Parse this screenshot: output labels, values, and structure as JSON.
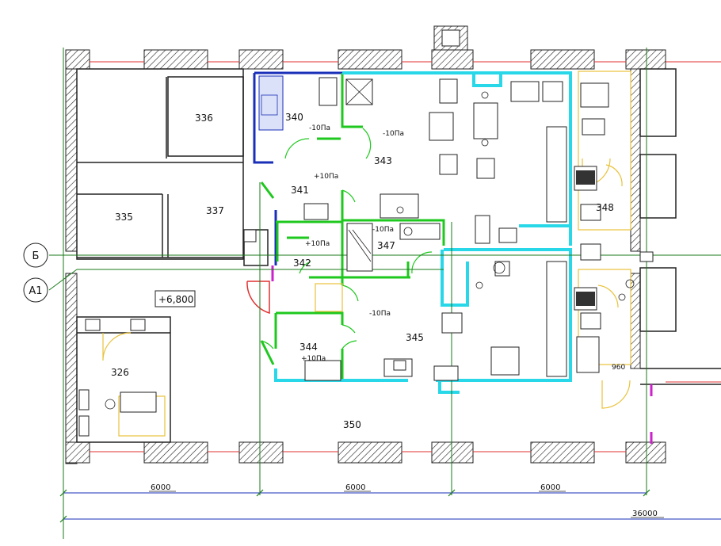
{
  "rooms": {
    "r335": "335",
    "r336": "336",
    "r337": "337",
    "r340": "340",
    "r341": "341",
    "r342": "342",
    "r343": "343",
    "r344": "344",
    "r345": "345",
    "r347": "347",
    "r348": "348",
    "r326": "326",
    "r350": "350"
  },
  "pressures": {
    "p340": "-10Па",
    "p341": "+10Па",
    "p343": "-10Па",
    "p342": "+10Па",
    "p347": "-10Па",
    "p345": "-10Па",
    "p344": "+10Па"
  },
  "level": "+6,800",
  "axes": {
    "b": "Б",
    "a1": "А1"
  },
  "dimensions": {
    "d1": "6000",
    "d2": "6000",
    "d3": "6000",
    "total": "36000",
    "door": "960"
  },
  "colors": {
    "wall": "#222222",
    "green": "#1ec81e",
    "cyan": "#28d8e8",
    "blue": "#1a2fb8",
    "door": "#e8c23a",
    "axis": "#1a7a1a",
    "red": "#e03030",
    "magenta": "#cc22cc"
  }
}
